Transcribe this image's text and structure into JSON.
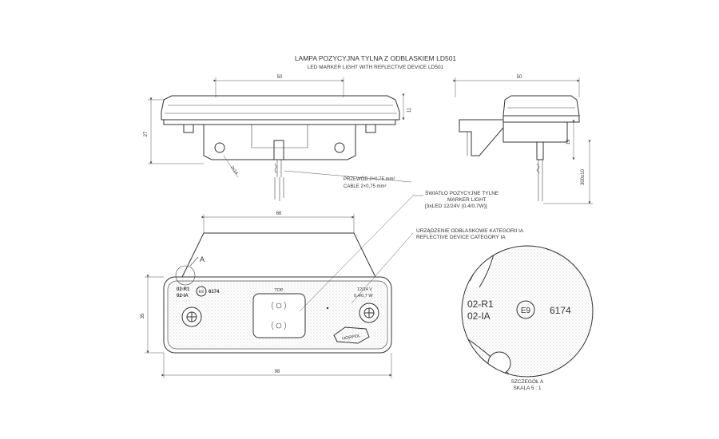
{
  "title": {
    "line1": "LAMPA POZYCYJNA TYLNA Z ODBLASKIEM LD501",
    "line2": "LED MARKER LIGHT WITH REFLECTIVE DEVICE LD501"
  },
  "dimensions": {
    "front_width": "50",
    "front_height": "27",
    "front_thickness": "11",
    "front_angle": "2x14",
    "side_width": "50",
    "side_depth": "19",
    "cable_length": "300±10",
    "top_width": "66",
    "body_height": "35",
    "body_width": "98"
  },
  "callouts": {
    "cable_line1": "PRZEWÓD 2×0,75 mm²",
    "cable_line2": "CABLE 2×0,75 mm²",
    "marker_line1": "ŚWIATŁO POZYCYJNE TYLNE",
    "marker_line2": "MARKER LIGHT",
    "marker_line3": "[3xLED 12/24V (0,4/0,7W)]",
    "reflector_line1": "URZĄDZENIE ODBLASKOWE KATEGORII IA",
    "reflector_line2": "REFLECTIVE DEVICE CATEGORY IA"
  },
  "lamp_markings": {
    "code1": "02-R1",
    "code2": "02-IA",
    "approval": "E9",
    "approval_number": "6174",
    "top_label": "TOP",
    "voltage": "12/24 V",
    "power": "0,4/0,7 W",
    "brand": "HORPOL"
  },
  "detail": {
    "marker": "A",
    "code1": "02-R1",
    "code2": "02-IA",
    "approval": "E9",
    "approval_number": "6174",
    "caption1": "SZCZEGÓŁ A",
    "caption2": "SKALA 5 : 1"
  }
}
